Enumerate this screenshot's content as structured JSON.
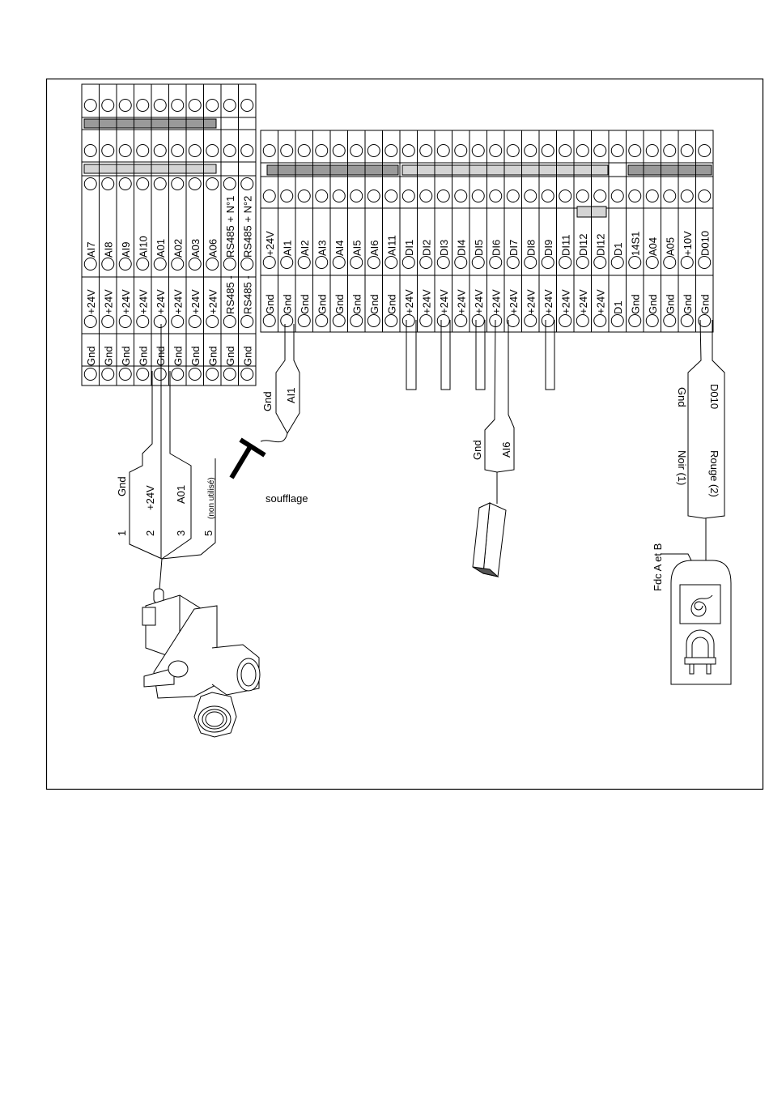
{
  "diagram": {
    "title": "",
    "colors": {
      "line": "#000000",
      "bar_dark": "#9a9a9a",
      "bar_light": "#d4d4d4",
      "background": "#ffffff"
    },
    "left_block": {
      "columns": [
        {
          "top_label": "AI7",
          "bottom_label": "+24V",
          "gnd_label": "Gnd"
        },
        {
          "top_label": "AI8",
          "bottom_label": "+24V",
          "gnd_label": "Gnd"
        },
        {
          "top_label": "AI9",
          "bottom_label": "+24V",
          "gnd_label": "Gnd"
        },
        {
          "top_label": "AI10",
          "bottom_label": "+24V",
          "gnd_label": "Gnd"
        },
        {
          "top_label": "A01",
          "bottom_label": "+24V",
          "gnd_label": "Gnd"
        },
        {
          "top_label": "A02",
          "bottom_label": "+24V",
          "gnd_label": "Gnd"
        },
        {
          "top_label": "A03",
          "bottom_label": "+24V",
          "gnd_label": "Gnd"
        },
        {
          "top_label": "A06",
          "bottom_label": "+24V",
          "gnd_label": "Gnd"
        },
        {
          "top_label": "RS485 + N°1",
          "bottom_label": "RS485 -",
          "gnd_label": "Gnd"
        },
        {
          "top_label": "RS485 + N°2",
          "bottom_label": "RS485 -",
          "gnd_label": "Gnd"
        }
      ]
    },
    "right_block": {
      "columns": [
        {
          "top_label": "+24V",
          "bottom_label": "Gnd"
        },
        {
          "top_label": "AI1",
          "bottom_label": "Gnd"
        },
        {
          "top_label": "AI2",
          "bottom_label": "Gnd"
        },
        {
          "top_label": "AI3",
          "bottom_label": "Gnd"
        },
        {
          "top_label": "AI4",
          "bottom_label": "Gnd"
        },
        {
          "top_label": "AI5",
          "bottom_label": "Gnd"
        },
        {
          "top_label": "AI6",
          "bottom_label": "Gnd"
        },
        {
          "top_label": "AI11",
          "bottom_label": "Gnd"
        },
        {
          "top_label": "DI1",
          "bottom_label": "+24V"
        },
        {
          "top_label": "DI2",
          "bottom_label": "+24V"
        },
        {
          "top_label": "DI3",
          "bottom_label": "+24V"
        },
        {
          "top_label": "DI4",
          "bottom_label": "+24V"
        },
        {
          "top_label": "DI5",
          "bottom_label": "+24V"
        },
        {
          "top_label": "DI6",
          "bottom_label": "+24V"
        },
        {
          "top_label": "DI7",
          "bottom_label": "+24V"
        },
        {
          "top_label": "DI8",
          "bottom_label": "+24V"
        },
        {
          "top_label": "DI9",
          "bottom_label": "+24V"
        },
        {
          "top_label": "DI11",
          "bottom_label": "+24V"
        },
        {
          "top_label": "DI12",
          "bottom_label": "+24V"
        },
        {
          "top_label": "DI12",
          "bottom_label": "+24V"
        },
        {
          "top_label": "D1",
          "bottom_label": "D1"
        },
        {
          "top_label": "14S1",
          "bottom_label": "Gnd"
        },
        {
          "top_label": "A04",
          "bottom_label": "Gnd"
        },
        {
          "top_label": "A05",
          "bottom_label": "Gnd"
        },
        {
          "top_label": "+10V",
          "bottom_label": "Gnd"
        },
        {
          "top_label": "D010",
          "bottom_label": "Gnd"
        }
      ]
    },
    "actuator_connector": {
      "pins": [
        {
          "number": "1",
          "label": "Gnd"
        },
        {
          "number": "2",
          "label": "+24V"
        },
        {
          "number": "3",
          "label": "A01"
        },
        {
          "number": "5",
          "label": "(non utilisé)"
        }
      ]
    },
    "sensor_ai1": {
      "labels": [
        "Gnd",
        "AI1"
      ],
      "caption": "soufflage"
    },
    "sensor_ai6": {
      "labels": [
        "Gnd",
        "AI6"
      ]
    },
    "pump_cable": {
      "labels": [
        "Gnd",
        "D010",
        "Noir (1)",
        "Rouge (2)"
      ],
      "device_label": "Fdc A et B"
    }
  }
}
